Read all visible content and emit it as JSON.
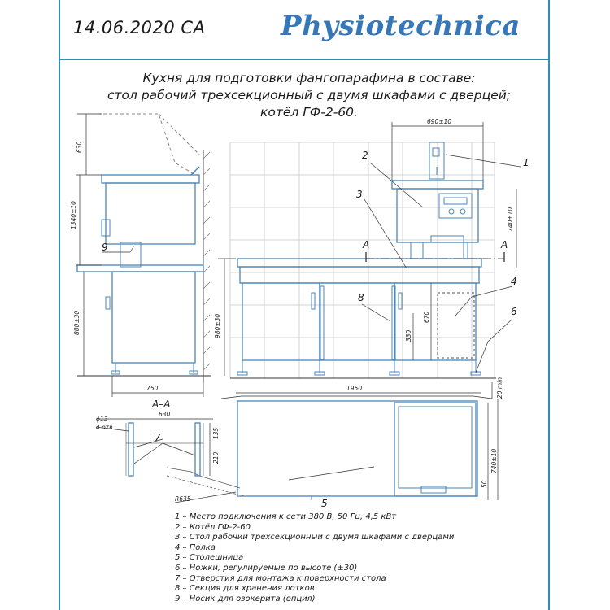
{
  "header": {
    "date_code": "14.06.2020 CA",
    "brand": "Physiotechnica"
  },
  "title_lines": [
    "Кухня для подготовки фангопарафина в составе:",
    "стол рабочий трехсекционный с двумя шкафами с дверцей;",
    "котёл ГФ-2-60."
  ],
  "dimensions": {
    "d630_top": "630",
    "d1340": "1340±10",
    "d880": "880±30",
    "d980": "980±30",
    "d750": "750",
    "d1950": "1950",
    "d690": "690±10",
    "d740_top": "740±10",
    "d670": "670",
    "d330": "330",
    "d20": "20 min",
    "d740_bottom": "740±10",
    "d50": "50",
    "d630_aa": "630",
    "d135": "135",
    "d210": "210",
    "d13": "ϕ13",
    "d4": "4 отв.",
    "r635": "R635"
  },
  "section": {
    "label": "А–А",
    "mark": "А"
  },
  "callouts": [
    "1",
    "2",
    "3",
    "4",
    "5",
    "6",
    "7",
    "8",
    "9"
  ],
  "legend": [
    "1 – Место подключения к сети 380 В, 50 Гц, 4,5 кВт",
    "2 – Котёл ГФ-2-60",
    "3 – Стол рабочий трехсекционный с двумя шкафами с дверцами",
    "4 – Полка",
    "5 – Столешница",
    "6 – Ножки, регулируемые по высоте (±30)",
    "7 – Отверстия для монтажа к поверхности стола",
    "8 – Секция для хранения лотков",
    "9 – Носик для озокерита (опция)"
  ],
  "colors": {
    "frame": "#2f8fb0",
    "drawing": "#4a86b8",
    "brand": "#3577b8",
    "tile": "#c9c9c9"
  }
}
